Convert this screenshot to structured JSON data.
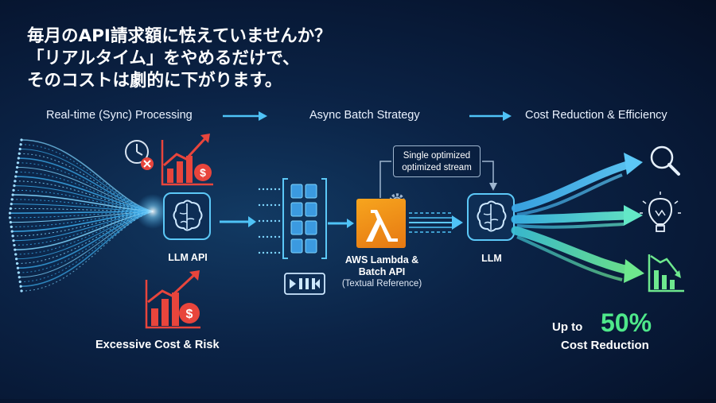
{
  "headline": {
    "line1": "毎月のAPI請求額に怯えていませんか？",
    "line2": "「リアルタイム」をやめるだけで、",
    "line3": "そのコストは劇的に下がります。"
  },
  "sections": {
    "realtime": "Real-time (Sync) Processing",
    "batch": "Async Batch Strategy",
    "reduction": "Cost Reduction & Efficiency"
  },
  "nodes": {
    "llm_api": "LLM API",
    "excessive": "Excessive Cost & Risk",
    "lambda_line1": "AWS Lambda &",
    "lambda_line2": "Batch API",
    "lambda_ref": "(Textual Reference)",
    "llm": "LLM",
    "note_line1": "Single optimized",
    "note_line2": "optimized stream"
  },
  "result": {
    "up_to": "Up to",
    "percent": "50%",
    "label": "Cost Reduction"
  },
  "icons": [
    "clock-alert-icon",
    "cost-chart-icon",
    "brain-chip-icon",
    "batch-queue-icon",
    "play-queue-icon",
    "lambda-icon",
    "gear-icon",
    "search-icon",
    "lightbulb-icon",
    "cost-down-chart-icon"
  ],
  "colors": {
    "accent_cyan": "#4fc3f7",
    "alert_red": "#e8453c",
    "lambda_orange": "#f08a1a",
    "success_green": "#4ee88a"
  }
}
